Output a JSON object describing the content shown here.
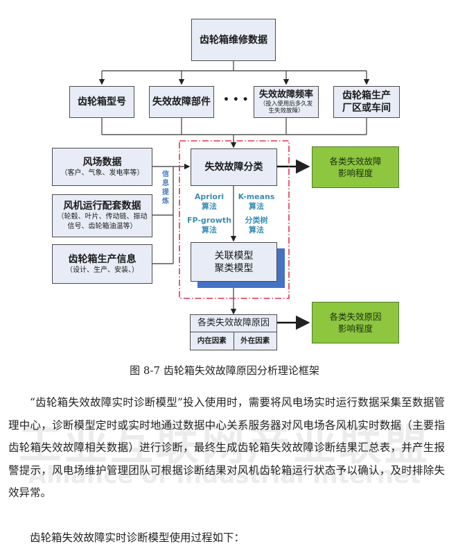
{
  "watermark": {
    "cn": "工业互联网产业联盟",
    "en": "Alliance of Industrial Internet"
  },
  "diagram": {
    "root": "齿轮箱维修数据",
    "attributes": [
      {
        "title": "齿轮箱型号",
        "sub": ""
      },
      {
        "title": "失效故障部件",
        "sub": ""
      },
      {
        "title": "失效故障频率",
        "sub": "（投入使用后多久发生失效故障）"
      },
      {
        "title": "齿轮箱生产厂区或车间",
        "sub": ""
      }
    ],
    "ellipsis": "• • •",
    "sources": [
      {
        "title": "风场数据",
        "sub": "（客户、气象、发电率等）"
      },
      {
        "title": "风机运行配套数据",
        "sub": "（轮毂、叶片、传动链、振动信号、齿轮箱油温等）"
      },
      {
        "title": "齿轮箱生产信息",
        "sub": "（设计、生产、安装、）"
      }
    ],
    "extract_label": "信息提炼",
    "classify": "失效故障分类",
    "algorithms": [
      "Apriori\n算法",
      "K-means\n算法",
      "FP-growth\n算法",
      "分类树\n算法"
    ],
    "model": [
      "关联模型",
      "聚类模型"
    ],
    "cause": {
      "title": "各类失效故障原因",
      "cells": [
        "内在因素",
        "外在因素"
      ]
    },
    "impact_fault": "各类失效故障\n影响程度",
    "impact_cause": "各类失效原因\n影响程度",
    "colors": {
      "box_fill": "#e7ecf6",
      "green": "#8dc63f",
      "dashed_red": "#e0344e",
      "algo_blue": "#3b8db2",
      "shadow_blue": "#4472c4"
    }
  },
  "caption": "图  8-7  齿轮箱失效故障原因分析理论框架",
  "paragraphs": [
    "“齿轮箱失效故障实时诊断模型”投入使用时，需要将风电场实时运行数据采集至数据管理中心，诊断模型定时或实时地通过数据中心关系服务器对风电场各风机实时数据（主要指齿轮箱失效故障相关数据）进行诊断，最终生成齿轮箱失效故障诊断结果汇总表，并产生报警提示，风电场维护管理团队可根据诊断结果对风机齿轮箱运行状态予以确认，及时排除失效异常。",
    "齿轮箱失效故障实时诊断模型使用过程如下："
  ]
}
